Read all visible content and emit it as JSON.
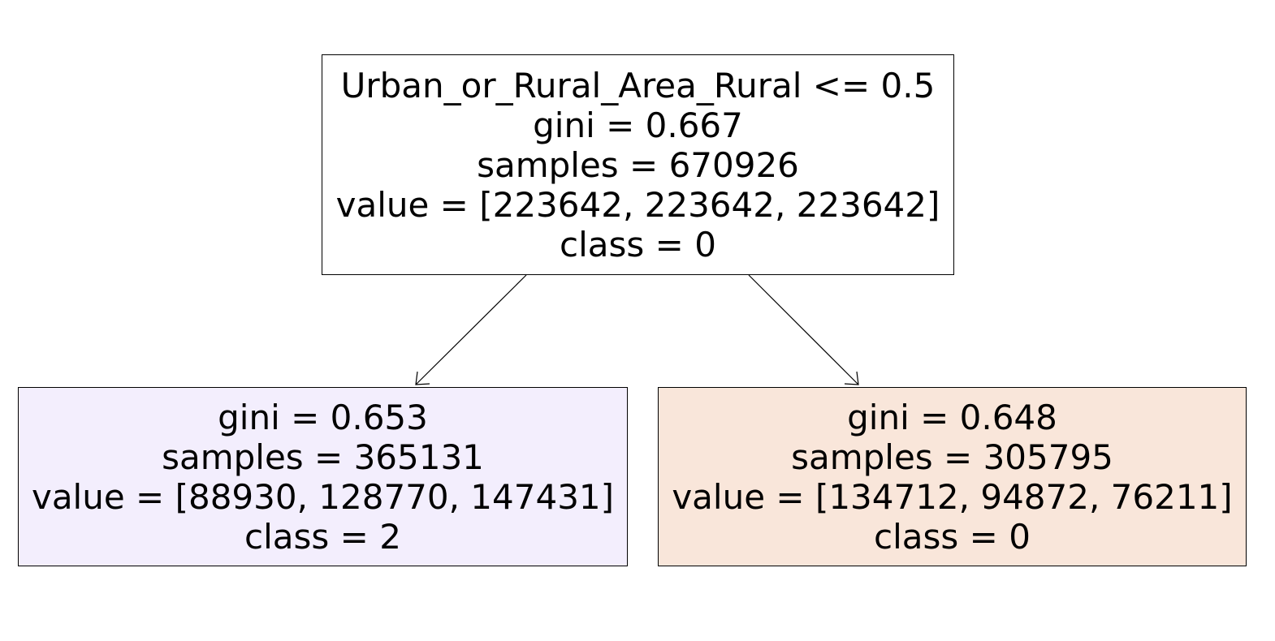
{
  "nodes": {
    "root": {
      "condition": "Urban_or_Rural_Area_Rural <= 0.5",
      "gini": "gini = 0.667",
      "samples": "samples = 670926",
      "value": "value = [223642, 223642, 223642]",
      "class": "class = 0",
      "fill": "#ffffff"
    },
    "left": {
      "gini": "gini = 0.653",
      "samples": "samples = 365131",
      "value": "value = [88930, 128770, 147431]",
      "class": "class = 2",
      "fill": "#f3eefd"
    },
    "right": {
      "gini": "gini = 0.648",
      "samples": "samples = 305795",
      "value": "value = [134712, 94872, 76211]",
      "class": "class = 0",
      "fill": "#f9e6da"
    }
  }
}
